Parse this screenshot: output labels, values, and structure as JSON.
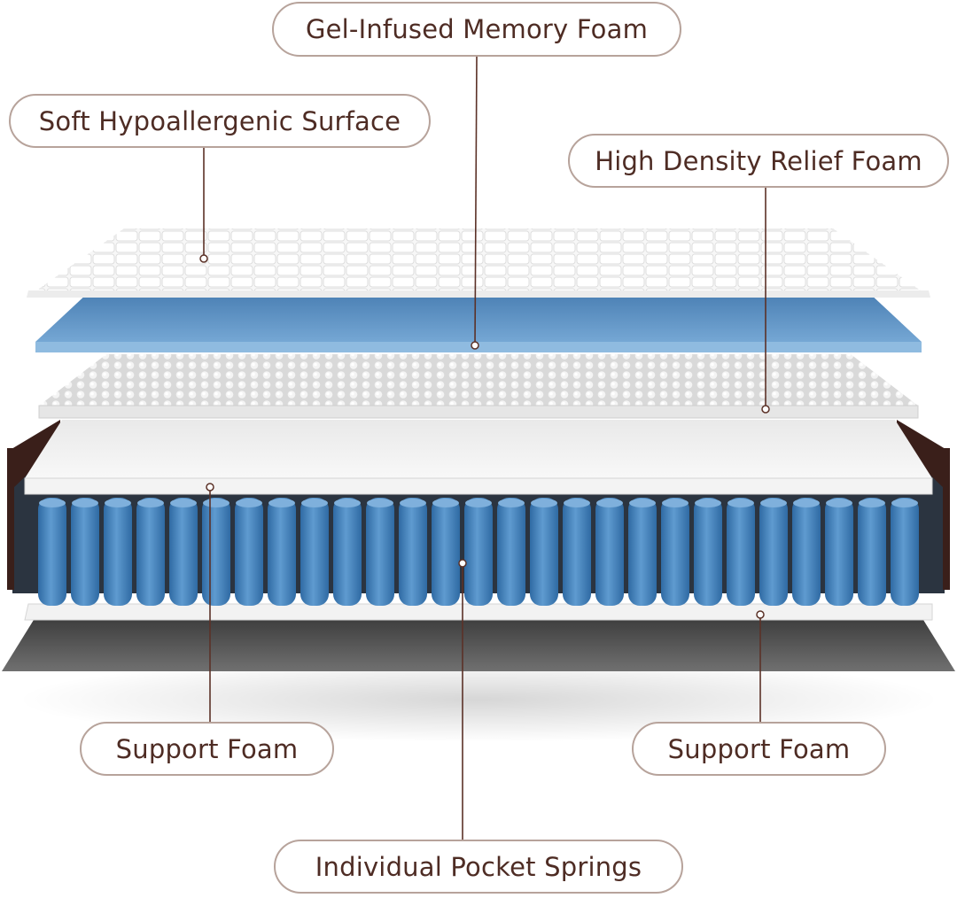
{
  "colors": {
    "label_text": "#4e2c24",
    "callout_border": "#b7a39b",
    "leader_line": "#5b3127",
    "gel_foam": "#5f93c5",
    "spring_blue": "#4b86bd",
    "mattress_frame": "#3a1f1a",
    "base_grey": "#5d5d5d"
  },
  "labels": {
    "gel_infused_memory_foam": "Gel-Infused Memory Foam",
    "soft_hypoallergenic_surface": "Soft Hypoallergenic Surface",
    "high_density_relief_foam": "High Density Relief Foam",
    "support_foam_left": "Support Foam",
    "support_foam_right": "Support Foam",
    "individual_pocket_springs": "Individual Pocket Springs"
  },
  "layers": [
    "quilted-cover",
    "gel-memory-foam",
    "egg-crate-relief-foam",
    "support-foam-top",
    "pocket-spring-core",
    "support-foam-bottom",
    "base-board"
  ]
}
